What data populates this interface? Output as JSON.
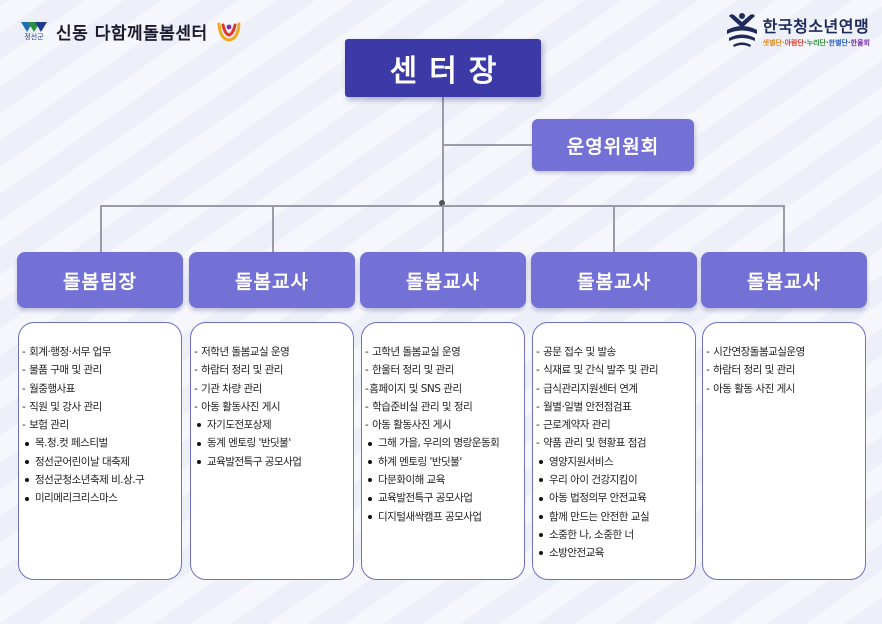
{
  "header": {
    "county_label": "정선군",
    "center_name": "신동 다함께돌봄센터",
    "org_name": "한국청소년연맹",
    "org_sub_parts": [
      {
        "text": "샛별단",
        "color": "#e08a1e"
      },
      {
        "text": "·",
        "color": "#e08a1e"
      },
      {
        "text": "아람단",
        "color": "#e0392b"
      },
      {
        "text": "·",
        "color": "#444444"
      },
      {
        "text": "누리단",
        "color": "#2a8f3a"
      },
      {
        "text": "·",
        "color": "#444444"
      },
      {
        "text": "한별단",
        "color": "#2a5fbf"
      },
      {
        "text": "·",
        "color": "#444444"
      },
      {
        "text": "한울회",
        "color": "#7b2fa8"
      }
    ]
  },
  "director": "센터장",
  "committee": "운영위원회",
  "columns": [
    {
      "role": "돌봄팀장",
      "items": [
        {
          "type": "dash",
          "text": "회계·행정·서무 업무"
        },
        {
          "type": "dash",
          "text": "물품 구매 및 관리"
        },
        {
          "type": "dash",
          "text": "월중행사표"
        },
        {
          "type": "dash",
          "text": "직원 및 강사 관리"
        },
        {
          "type": "dash",
          "text": "보험 관리"
        },
        {
          "type": "bullet",
          "text": "목.청.컷 페스티벌"
        },
        {
          "type": "bullet",
          "text": "정선군어린이날 대축제"
        },
        {
          "type": "bullet",
          "text": "정선군청소년축제 비.상.구"
        },
        {
          "type": "bullet",
          "text": "미리메리크리스마스"
        }
      ]
    },
    {
      "role": "돌봄교사",
      "items": [
        {
          "type": "dash",
          "text": "저학년 돌봄교실 운영"
        },
        {
          "type": "dash",
          "text": "하람터 정리 및 관리"
        },
        {
          "type": "dash",
          "text": "기관 차량 관리"
        },
        {
          "type": "dash",
          "text": "아동 활동사진 게시"
        },
        {
          "type": "bullet",
          "text": "자기도전포상제"
        },
        {
          "type": "bullet",
          "text": "동계 멘토링 '반딧불'"
        },
        {
          "type": "bullet",
          "text": "교육발전특구 공모사업"
        }
      ]
    },
    {
      "role": "돌봄교사",
      "items": [
        {
          "type": "dash",
          "text": "고학년 돌봄교실 운영"
        },
        {
          "type": "dash",
          "text": "한울터 정리 및 관리"
        },
        {
          "type": "dash0",
          "text": "홈페이지 및 SNS 관리"
        },
        {
          "type": "dash",
          "text": "학습준비실 관리 및 정리"
        },
        {
          "type": "dash",
          "text": "아동 활동사진 게시"
        },
        {
          "type": "bullet",
          "text": "그해 가을, 우리의 명랑운동회"
        },
        {
          "type": "bullet",
          "text": "하계 멘토링 '반딧불'"
        },
        {
          "type": "bullet",
          "text": "다문화이해 교육"
        },
        {
          "type": "bullet",
          "text": "교육발전특구 공모사업"
        },
        {
          "type": "bullet",
          "text": "디지털새싹캠프 공모사업"
        }
      ]
    },
    {
      "role": "돌봄교사",
      "items": [
        {
          "type": "dash",
          "text": "공문 접수 및 발송"
        },
        {
          "type": "dash",
          "text": "식재료 및 간식 발주 및 관리"
        },
        {
          "type": "dash",
          "text": "급식관리지원센터 연계"
        },
        {
          "type": "dash",
          "text": "월별·일별 안전점검표"
        },
        {
          "type": "dash",
          "text": "근로계약자 관리"
        },
        {
          "type": "dash",
          "text": "약품 관리 및 현황표 점검"
        },
        {
          "type": "bullet",
          "text": "영양지원서비스"
        },
        {
          "type": "bullet",
          "text": "우리 아이 건강지킴이"
        },
        {
          "type": "bullet",
          "text": "아동 법정의무 안전교육"
        },
        {
          "type": "bullet",
          "text": "함께 만드는 안전한 교실"
        },
        {
          "type": "bullet",
          "text": "소중한 나, 소중한 너"
        },
        {
          "type": "bullet",
          "text": "소방안전교육"
        }
      ]
    },
    {
      "role": "돌봄교사",
      "items": [
        {
          "type": "dash",
          "text": "시간연장돌봄교실운영"
        },
        {
          "type": "dash",
          "text": "하람터 정리 및 관리"
        },
        {
          "type": "dash",
          "text": "아동 활동 사진 게시"
        }
      ]
    }
  ]
}
